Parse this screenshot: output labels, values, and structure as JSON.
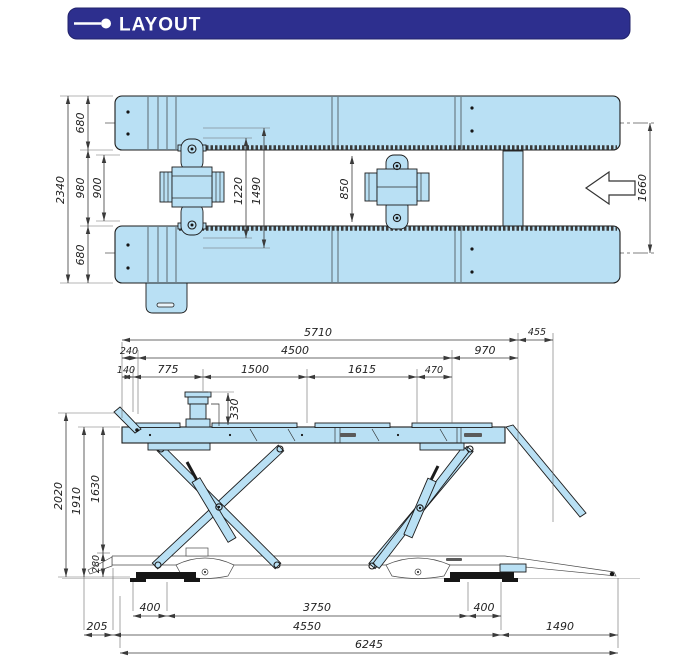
{
  "title": {
    "label": "LAYOUT"
  },
  "colors": {
    "header_bg": "#2d2f8e",
    "header_text": "#ffffff",
    "machine_fill": "#b9e0f4",
    "outline": "#1b1b1b",
    "dimension": "#3a3a3a"
  },
  "plan_view": {
    "dims": {
      "overall": "2340",
      "runway_top": "680",
      "inner": "980",
      "clearance": "900",
      "runway_bottom": "680",
      "pickup_inner": "1220",
      "pickup_outer": "1490",
      "mid_clear": "850",
      "right_span": "1660"
    }
  },
  "side_view": {
    "dims": {
      "overall_top": "5710",
      "flap": "455",
      "left_off": "240",
      "platform": "4500",
      "ramp": "970",
      "seg_140": "140",
      "seg_775": "775",
      "seg_1500": "1500",
      "seg_1615": "1615",
      "seg_470": "470",
      "jack_height": "330",
      "max_height": "2020",
      "platform_height": "1910",
      "clear_height": "1630",
      "lowered_height": "280",
      "base_left": "400",
      "base_span": "3750",
      "base_right": "400",
      "rear_off": "205",
      "frame_span": "4550",
      "ramp_len": "1490",
      "total_len": "6245"
    }
  }
}
